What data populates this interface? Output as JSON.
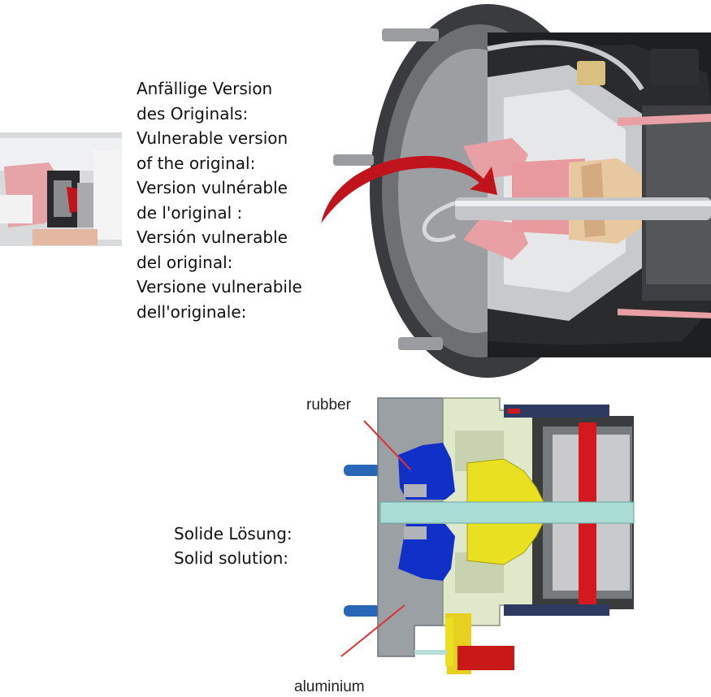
{
  "vulnerable_label": {
    "lines": [
      "Anfällige Version",
      "des Originals:",
      "Vulnerable version",
      "of the original:",
      "Version vulnérable",
      "de l'original :",
      "Versión vulnerable",
      "del original:",
      "Versione vulnerabile",
      "dell'originale:"
    ]
  },
  "solid_label": {
    "lines": [
      "Solide Lösung:",
      "Solid solution:"
    ]
  },
  "callouts": {
    "rubber": "rubber",
    "aluminium": "aluminium"
  },
  "colors": {
    "arrow_red": "#c0141c",
    "rubber_pink": "#e8a0a4",
    "blue_rubber": "#1030c8",
    "aluminium_gray": "#9aa0a4",
    "yellow_part": "#e8e020",
    "light_green": "#dfe8c8",
    "cyan_shaft": "#a8dcd4"
  }
}
